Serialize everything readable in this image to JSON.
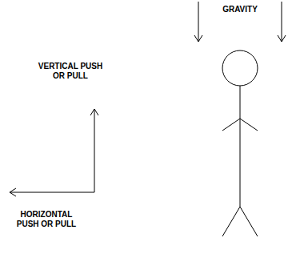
{
  "diagram": {
    "labels": [
      "GRAVITY",
      "VERTICAL PUSH OR PULL",
      "HORIZONTAL PUSH OR PULL"
    ]
  }
}
